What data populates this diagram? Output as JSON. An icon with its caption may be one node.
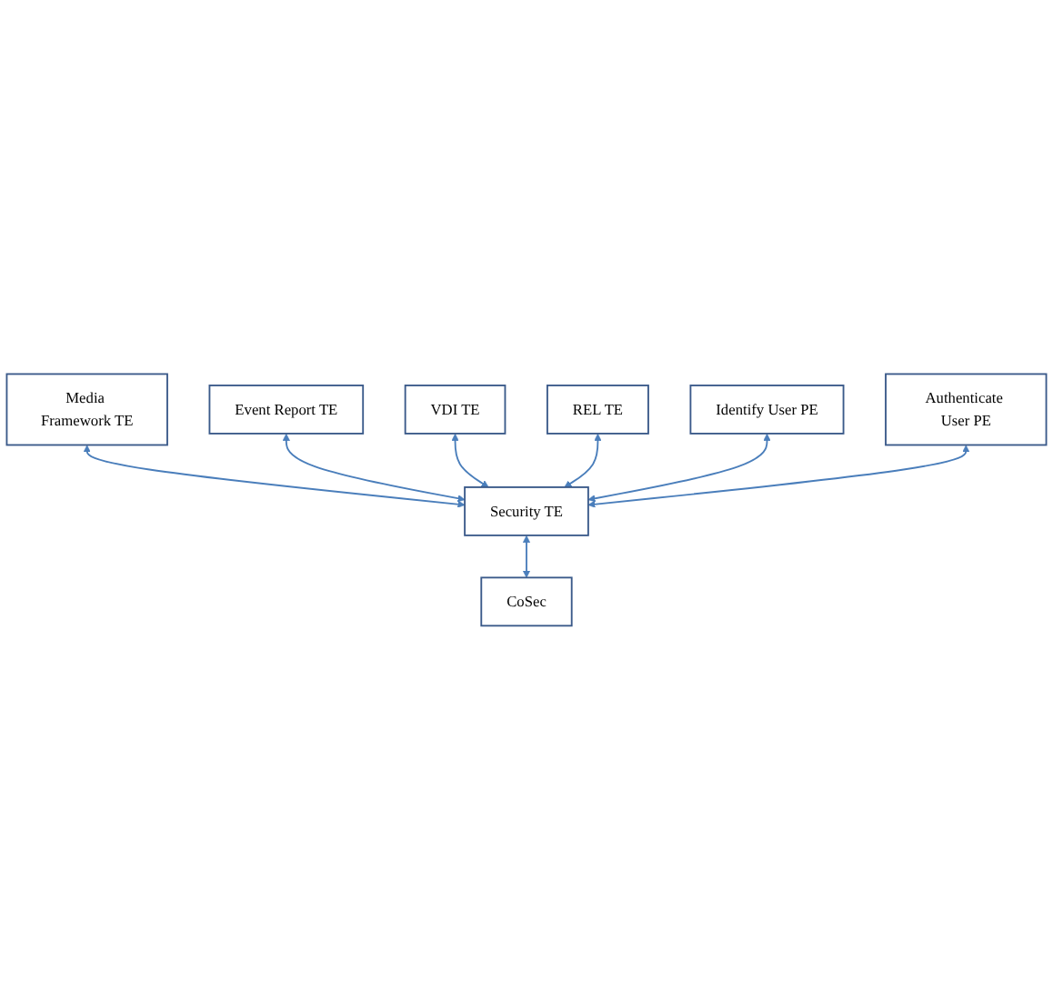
{
  "diagram": {
    "nodes": [
      {
        "text": [
          "Media Framework TE"
        ]
      },
      {
        "text": [
          "Event Report TE"
        ]
      },
      {
        "text": [
          "VDI TE"
        ]
      },
      {
        "text": [
          "REL TE"
        ]
      },
      {
        "text": [
          "Security TE"
        ]
      },
      {
        "text": [
          "Identify User PE"
        ]
      },
      {
        "text": [
          "Authenticate User PE"
        ]
      },
      {
        "text": [
          "CoSec"
        ]
      }
    ],
    "edges": [
      {
        "from": 0,
        "to": 4,
        "arrow": "both"
      },
      {
        "from": 1,
        "to": 4,
        "arrow": "both"
      },
      {
        "from": 2,
        "to": 4,
        "arrow": "both"
      },
      {
        "from": 3,
        "to": 4,
        "arrow": "both"
      },
      {
        "from": 5,
        "to": 4,
        "arrow": "both"
      },
      {
        "from": 6,
        "to": 4,
        "arrow": "both"
      },
      {
        "from": 4,
        "to": 7,
        "arrow": "both"
      }
    ]
  }
}
